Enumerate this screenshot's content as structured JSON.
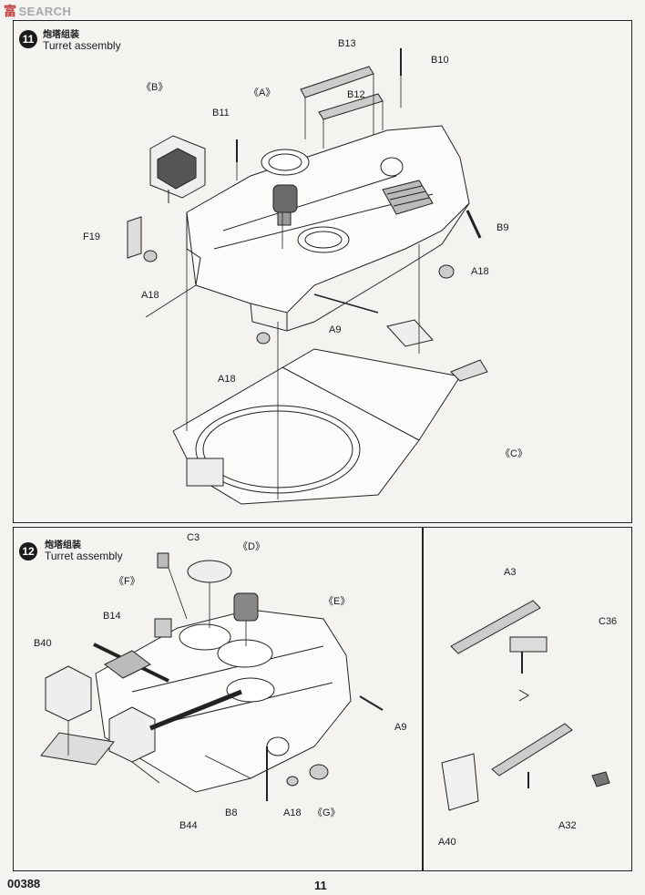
{
  "watermark": {
    "cn": "富",
    "text": "SEARCH"
  },
  "step11": {
    "number": "11",
    "title_cn": "炮塔组装",
    "title_en": "Turret assembly",
    "labels": {
      "B13": "B13",
      "B10": "B10",
      "B12": "B12",
      "B11": "B11",
      "A": "《A》",
      "B": "《B》",
      "F19": "F19",
      "A18_left": "A18",
      "B9": "B9",
      "A18_right": "A18",
      "A9": "A9",
      "A18_bottom": "A18",
      "C": "《C》"
    }
  },
  "step12": {
    "number": "12",
    "title_cn": "炮塔组装",
    "title_en": "Turret assembly",
    "labels": {
      "C3": "C3",
      "D": "《D》",
      "F": "《F》",
      "E": "《E》",
      "B14": "B14",
      "B40": "B40",
      "A9": "A9",
      "B44": "B44",
      "B8": "B8",
      "A18": "A18",
      "G": "《G》"
    }
  },
  "step12b": {
    "labels": {
      "A3": "A3",
      "C36": "C36",
      "A40": "A40",
      "A32": "A32"
    }
  },
  "footer": {
    "code": "00388",
    "page": "11"
  }
}
